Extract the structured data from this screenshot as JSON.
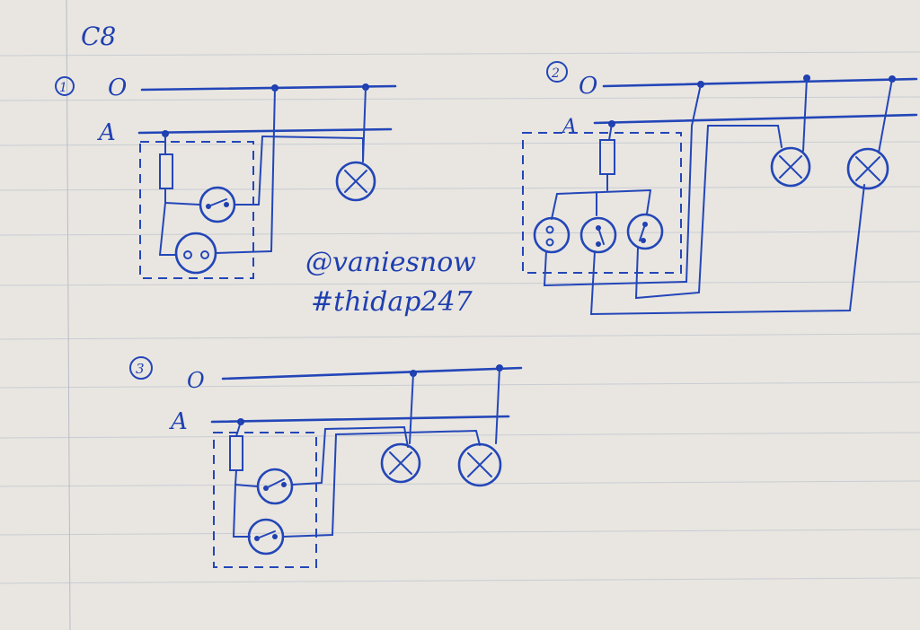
{
  "header": {
    "label": "C8"
  },
  "diagrams": [
    {
      "number": "1",
      "neutral_label": "O",
      "phase_label": "A"
    },
    {
      "number": "2",
      "neutral_label": "O",
      "phase_label": "A"
    },
    {
      "number": "3",
      "neutral_label": "O",
      "phase_label": "A"
    }
  ],
  "watermark": {
    "handle": "@vaniesnow",
    "hashtag": "#thidap247"
  },
  "colors": {
    "ink": "#2346b8",
    "paper": "#e9e6e1",
    "rule": "#c9ccd3"
  }
}
